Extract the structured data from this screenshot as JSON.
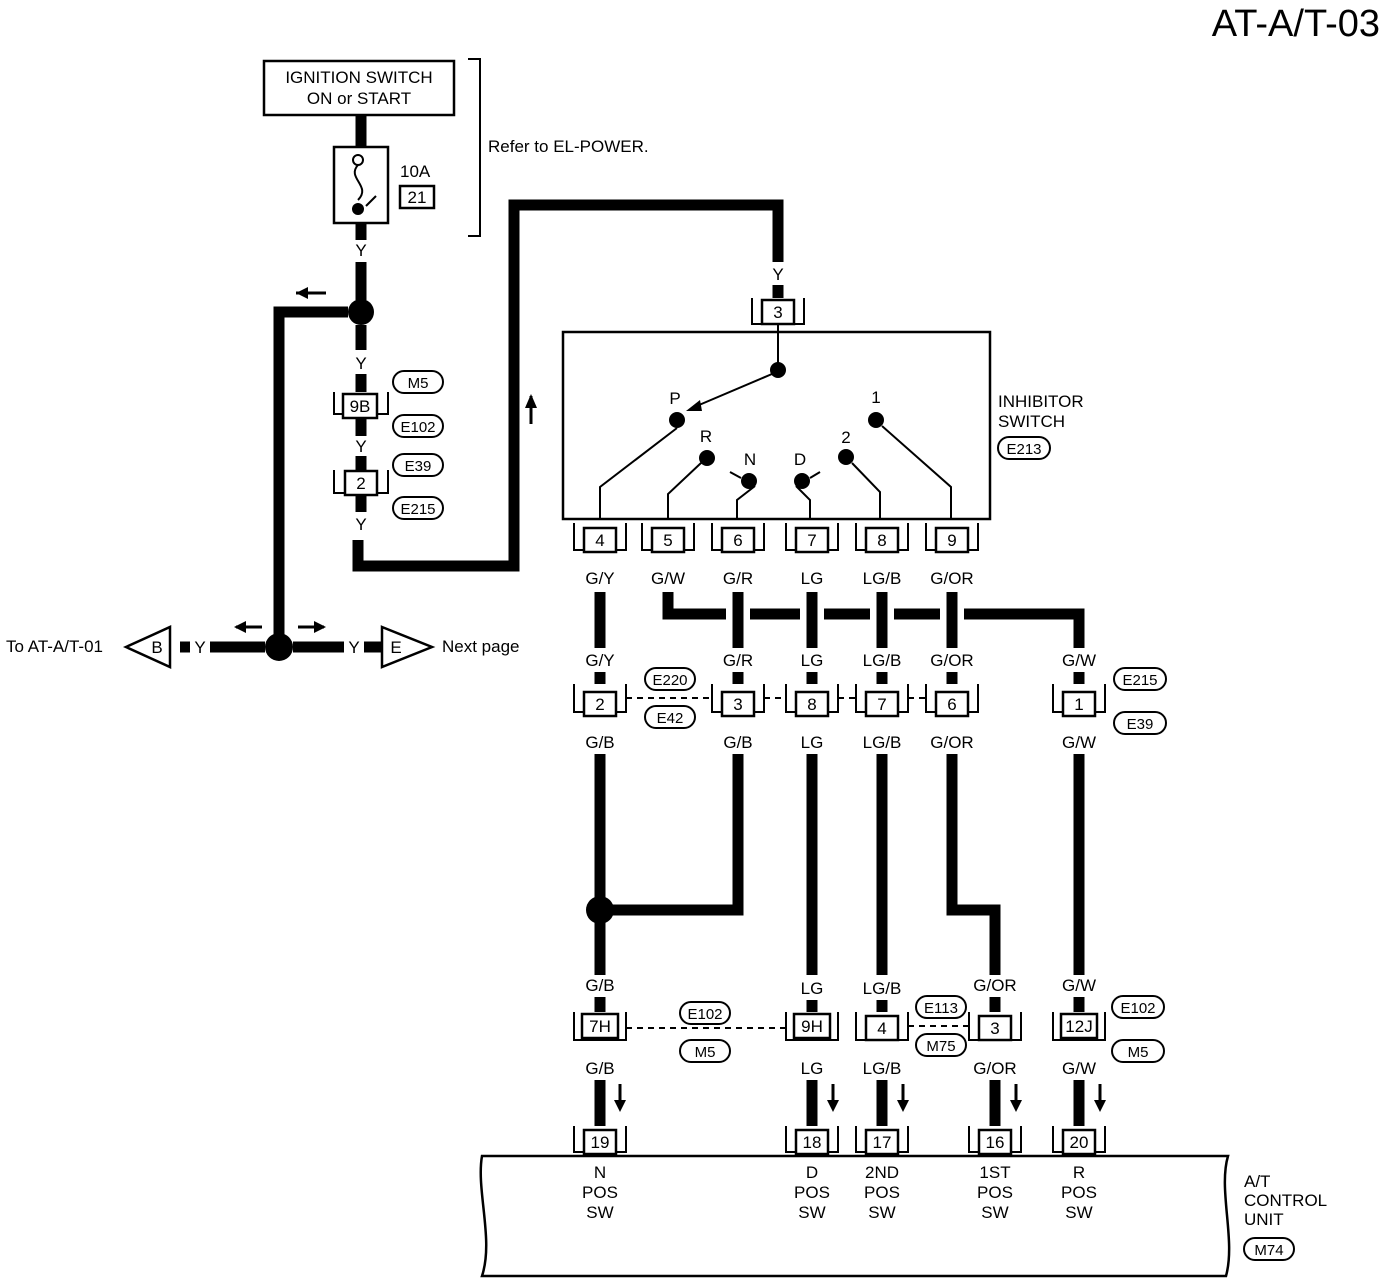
{
  "title": "AT-A/T-03",
  "ignition": {
    "line1": "IGNITION SWITCH",
    "line2": "ON or START"
  },
  "fuse": {
    "rating": "10A",
    "number": "21"
  },
  "refer_note": "Refer to EL-POWER.",
  "inhibitor": {
    "line1": "INHIBITOR",
    "line2": "SWITCH",
    "connector": "E213",
    "input_pin": "3",
    "positions": [
      "P",
      "R",
      "N",
      "D",
      "2",
      "1"
    ],
    "pins": [
      "4",
      "5",
      "6",
      "7",
      "8",
      "9"
    ]
  },
  "left_chain": {
    "wire": "Y",
    "c1_pin": "9B",
    "c1_top": "M5",
    "c1_bot": "E102",
    "c2_pin": "2",
    "c2_top": "E39",
    "c2_bot": "E215"
  },
  "offpage": {
    "left_text": "To AT-A/T-01",
    "left_id": "B",
    "right_id": "E",
    "right_text": "Next page",
    "wire": "Y"
  },
  "wires_row1": [
    "G/Y",
    "G/W",
    "G/R",
    "LG",
    "LG/B",
    "G/OR"
  ],
  "mid_connector": {
    "top_labels": [
      "G/Y",
      "G/R",
      "LG",
      "LG/B",
      "G/OR",
      "G/W"
    ],
    "pins": [
      "2",
      "3",
      "8",
      "7",
      "6",
      "1"
    ],
    "bot_labels": [
      "G/B",
      "G/B",
      "LG",
      "LG/B",
      "G/OR",
      "G/W"
    ],
    "ids_left_top": "E220",
    "ids_left_bot": "E42",
    "ids_right_top": "E215",
    "ids_right_bot": "E39"
  },
  "lower_connector": {
    "top_labels": [
      "G/B",
      "LG",
      "LG/B",
      "G/OR",
      "G/W"
    ],
    "pins": [
      "7H",
      "9H",
      "4",
      "3",
      "12J"
    ],
    "bot_labels": [
      "G/B",
      "LG",
      "LG/B",
      "G/OR",
      "G/W"
    ],
    "id_a_top": "E102",
    "id_a_bot": "M5",
    "id_b_top": "E113",
    "id_b_bot": "M75",
    "id_c_top": "E102",
    "id_c_bot": "M5"
  },
  "tcu": {
    "pins": [
      "19",
      "18",
      "17",
      "16",
      "20"
    ],
    "line1": [
      "N",
      "D",
      "2ND",
      "1ST",
      "R"
    ],
    "line2": [
      "POS",
      "POS",
      "POS",
      "POS",
      "POS"
    ],
    "line3": [
      "SW",
      "SW",
      "SW",
      "SW",
      "SW"
    ],
    "name1": "A/T",
    "name2": "CONTROL",
    "name3": "UNIT",
    "connector": "M74"
  }
}
